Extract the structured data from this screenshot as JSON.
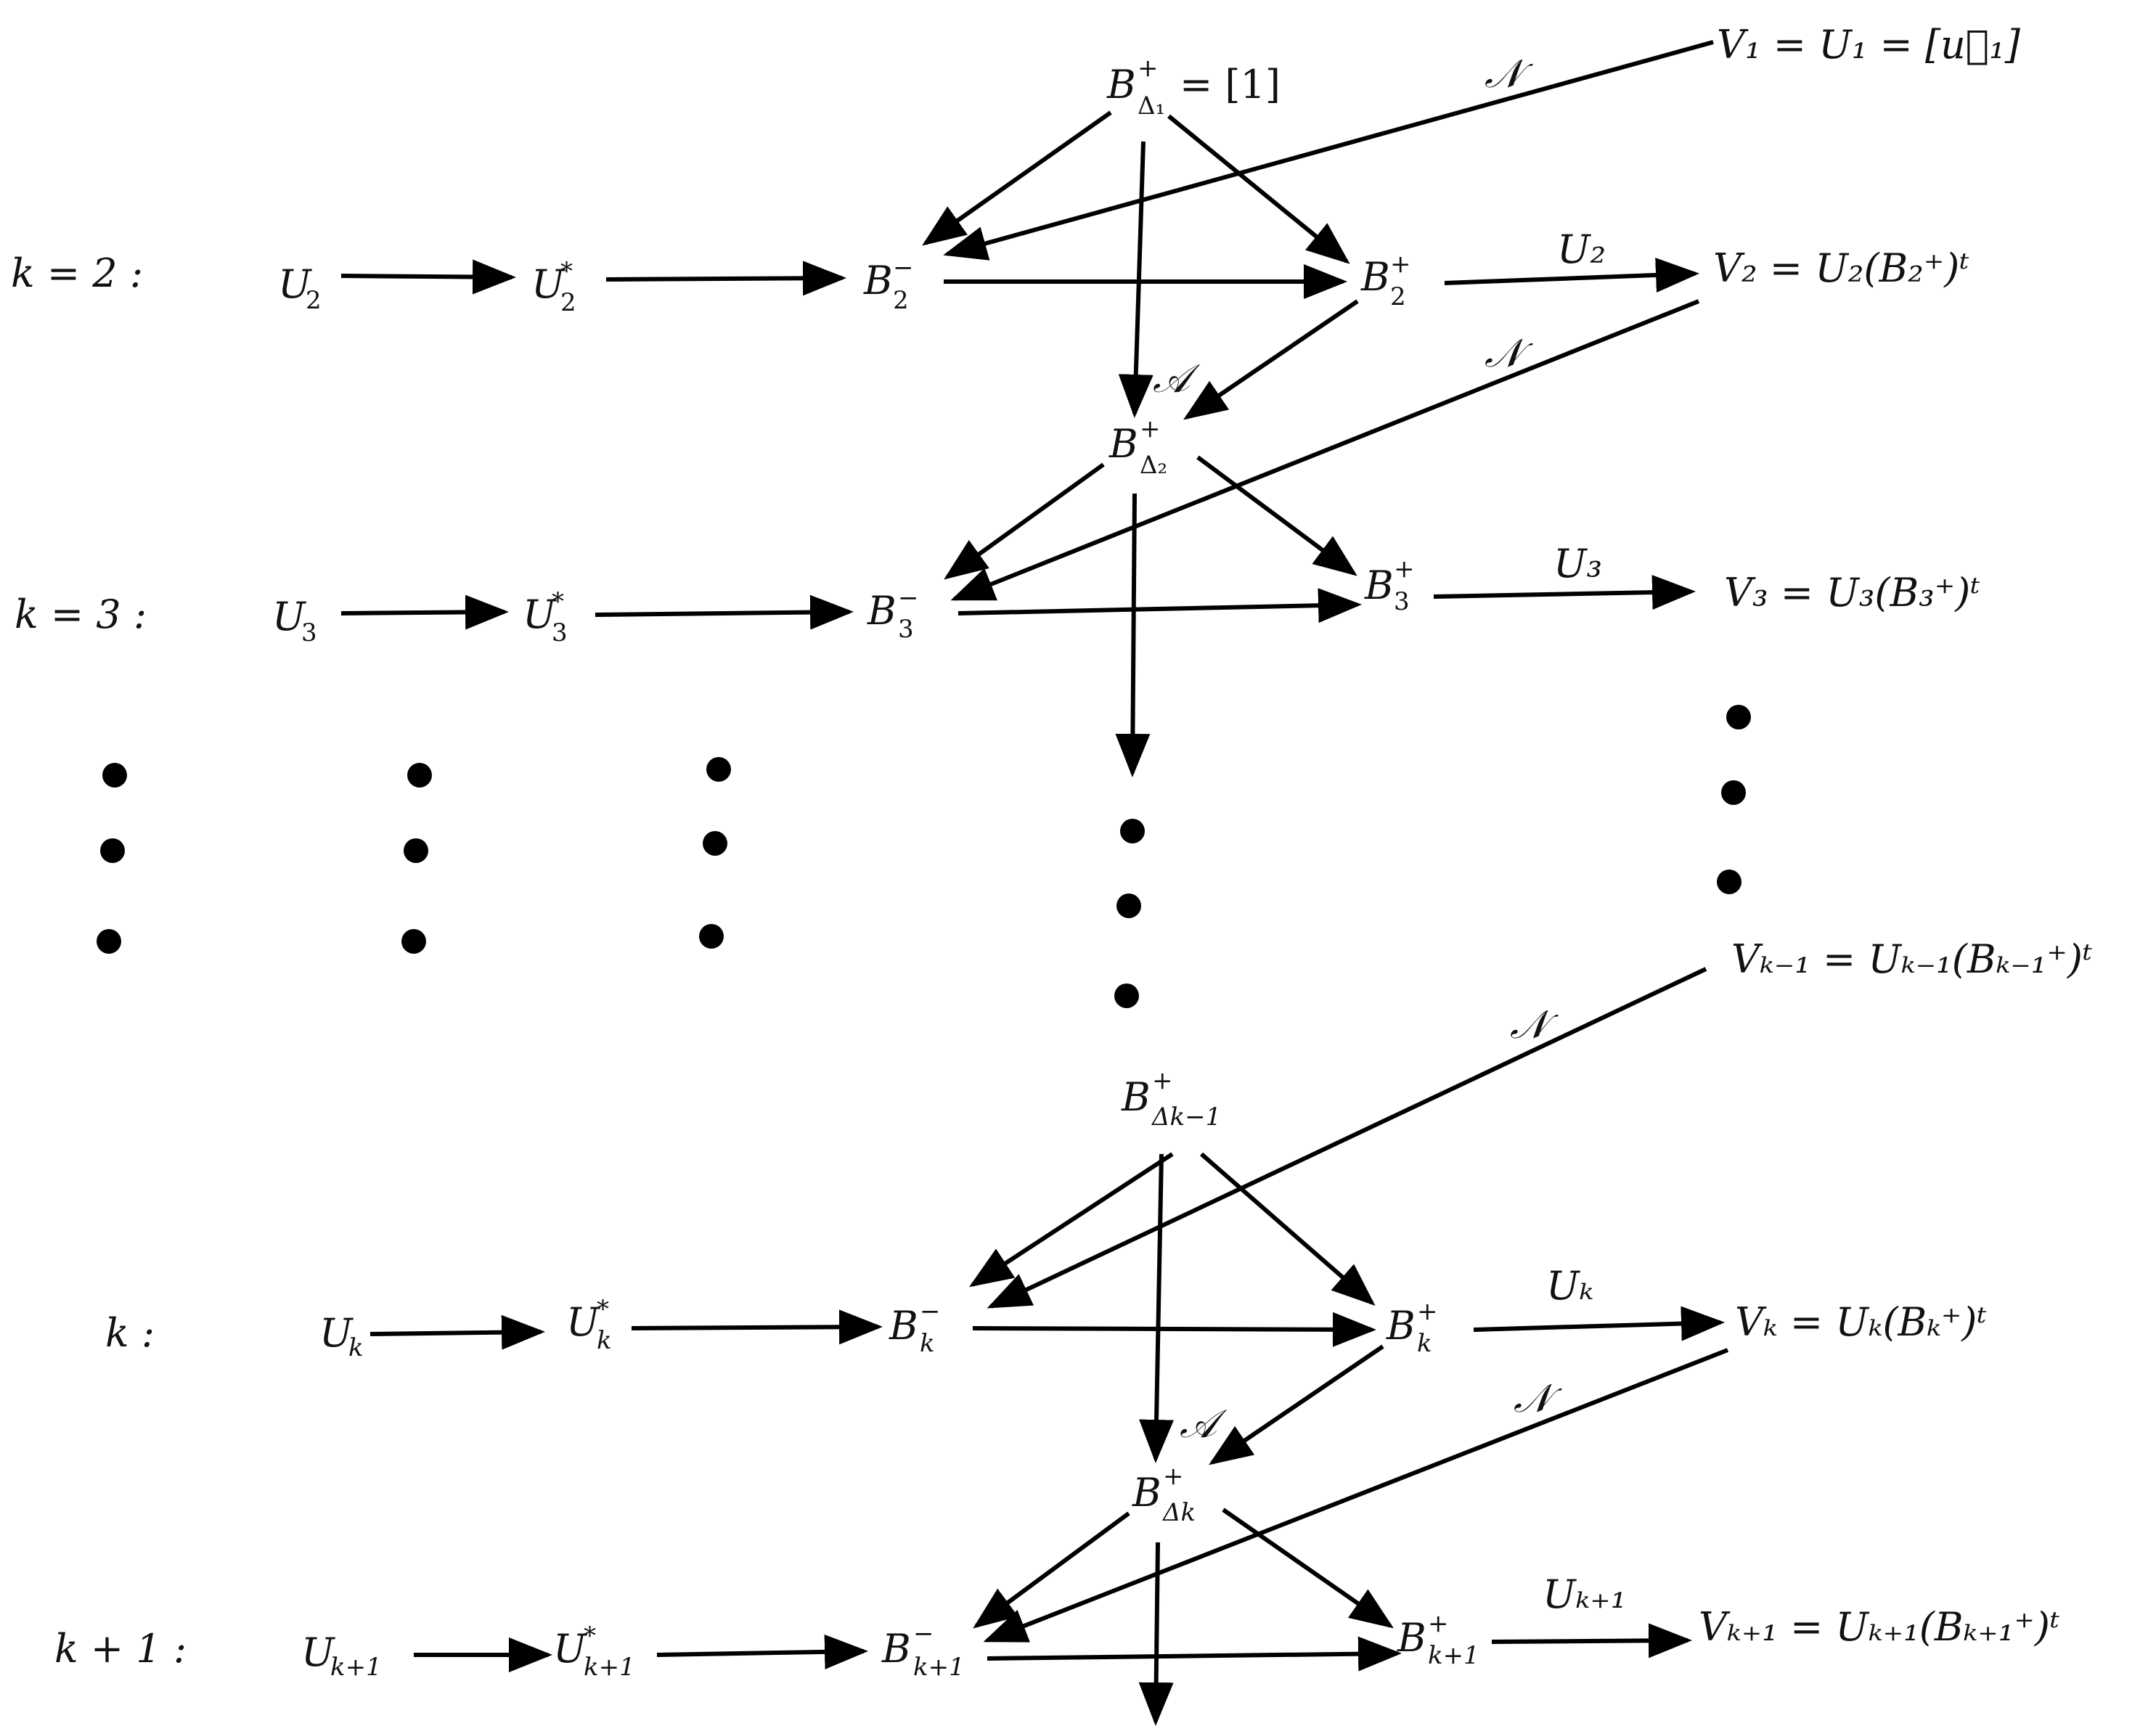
{
  "rows": {
    "k2": "k = 2 :",
    "k3": "k = 3 :",
    "k": "k :",
    "k1": "k + 1 :"
  },
  "nodes": {
    "U2": {
      "base": "U",
      "sub": "2",
      "sup": ""
    },
    "U2s": {
      "base": "U",
      "sub": "2",
      "sup": "*"
    },
    "B2m": {
      "base": "B",
      "sub": "2",
      "sup": "−"
    },
    "B2p": {
      "base": "B",
      "sub": "2",
      "sup": "+"
    },
    "U3": {
      "base": "U",
      "sub": "3",
      "sup": ""
    },
    "U3s": {
      "base": "U",
      "sub": "3",
      "sup": "*"
    },
    "B3m": {
      "base": "B",
      "sub": "3",
      "sup": "−"
    },
    "B3p": {
      "base": "B",
      "sub": "3",
      "sup": "+"
    },
    "Uk": {
      "base": "U",
      "sub": "k",
      "sup": ""
    },
    "Uks": {
      "base": "U",
      "sub": "k",
      "sup": "*"
    },
    "Bkm": {
      "base": "B",
      "sub": "k",
      "sup": "−"
    },
    "Bkp": {
      "base": "B",
      "sub": "k",
      "sup": "+"
    },
    "Uk1": {
      "base": "U",
      "sub": "k+1",
      "sup": ""
    },
    "Uk1s": {
      "base": "U",
      "sub": "k+1",
      "sup": "*"
    },
    "Bk1m": {
      "base": "B",
      "sub": "k+1",
      "sup": "−"
    },
    "Bk1p": {
      "base": "B",
      "sub": "k+1",
      "sup": "+"
    },
    "BD1": {
      "base": "B",
      "sub": "Δ₁",
      "sup": "+",
      "tail": " = [1]"
    },
    "BD2": {
      "base": "B",
      "sub": "Δ₂",
      "sup": "+"
    },
    "BDkm1": {
      "base": "B",
      "sub": "Δk−1",
      "sup": "+"
    },
    "BDk": {
      "base": "B",
      "sub": "Δk",
      "sup": "+"
    }
  },
  "v_labels": {
    "V1": "V₁ = U₁ = [u⃗₁]",
    "V2": "V₂ = U₂(B₂⁺)ᵗ",
    "V3": "V₃ = U₃(B₃⁺)ᵗ",
    "Vkm1": "Vₖ₋₁ = Uₖ₋₁(Bₖ₋₁⁺)ᵗ",
    "Vk": "Vₖ = Uₖ(Bₖ⁺)ᵗ",
    "Vk1": "Vₖ₊₁ = Uₖ₊₁(Bₖ₊₁⁺)ᵗ"
  },
  "edge_labels": {
    "N": "𝒩",
    "A": "𝒜",
    "U2": "U₂",
    "U3": "U₃",
    "Uk": "Uₖ",
    "Uk1": "Uₖ₊₁"
  }
}
